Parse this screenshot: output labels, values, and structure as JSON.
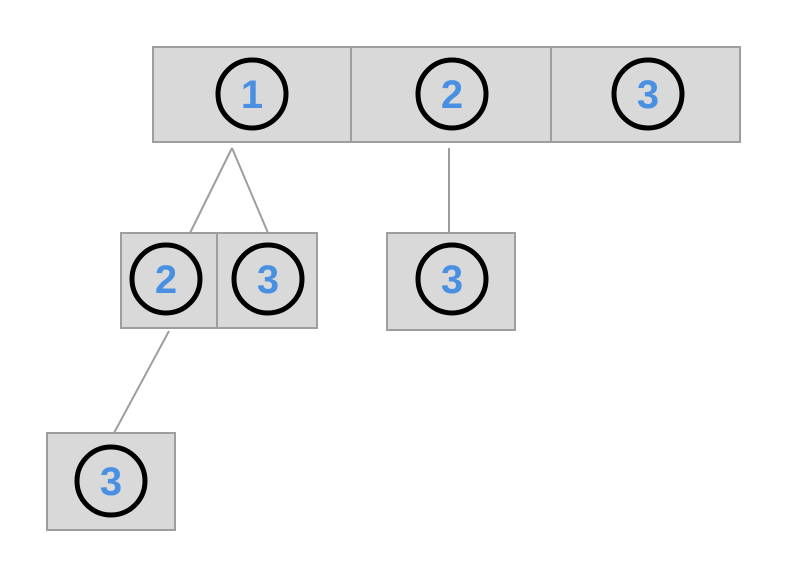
{
  "colors": {
    "cell_fill": "#d9d9d9",
    "cell_border": "#9e9e9e",
    "circle_stroke": "#000000",
    "label_text": "#4a90e2",
    "connector": "#9e9e9e",
    "background": "#ffffff"
  },
  "tree": {
    "root": {
      "cells": [
        "1",
        "2",
        "3"
      ]
    },
    "child_of_1": {
      "cells": [
        "2",
        "3"
      ]
    },
    "child_of_2": {
      "cells": [
        "3"
      ]
    },
    "grandchild_of_1_2": {
      "cells": [
        "3"
      ]
    }
  }
}
